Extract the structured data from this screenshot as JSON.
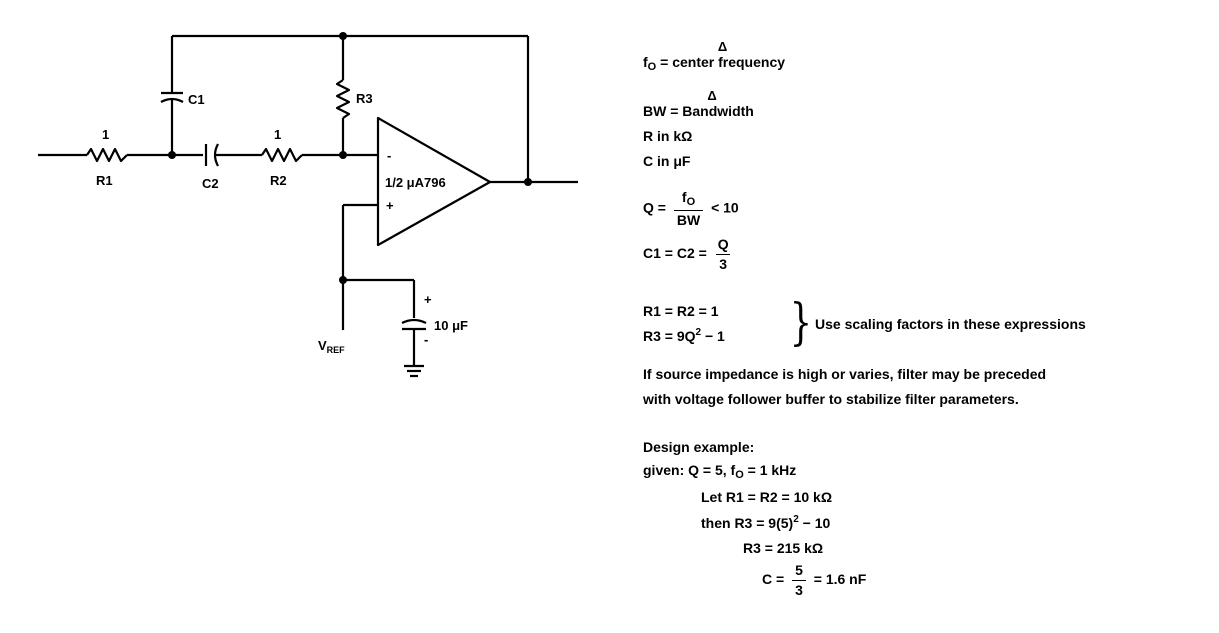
{
  "schematic": {
    "r1_value": "1",
    "r1_name": "R1",
    "c1_name": "C1",
    "c2_name": "C2",
    "r2_value": "1",
    "r2_name": "R2",
    "r3_name": "R3",
    "opamp_label": "1/2 μA796",
    "inverting_sign": "-",
    "noninverting_sign": "+",
    "vref_main": "V",
    "vref_sub": "REF",
    "cap_value": "10 μF",
    "cap_plus": "+",
    "cap_minus": "-"
  },
  "notes": {
    "def_fo_sym": "f",
    "def_fo_sub": "O",
    "delta": "Δ",
    "def_fo_text": "= center frequency",
    "def_bw_sym": "BW",
    "def_bw_text": "= Bandwidth",
    "r_unit": "R in kΩ",
    "c_unit": "C in μF",
    "q_lhs": "Q =",
    "q_num": "f",
    "q_num_sub": "O",
    "q_den": "BW",
    "q_rhs": "< 10",
    "c_lhs": "C1 = C2 =",
    "c_num": "Q",
    "c_den": "3",
    "r1r2": "R1 = R2 = 1",
    "r3_pre": "R3 = 9Q",
    "r3_exp": "2",
    "r3_post": "− 1",
    "scaling": "Use scaling factors in these expressions",
    "source_line1": "If source impedance is high or varies, filter may be preceded",
    "source_line2": "with voltage follower buffer to stabilize filter parameters.",
    "design_title": "Design example:",
    "given_pre": "given: Q = 5, f",
    "given_sub": "O",
    "given_post": "= 1 kHz",
    "let_line": "Let R1 = R2 = 10 kΩ",
    "then_pre": "then R3 = 9(5)",
    "then_exp": "2",
    "then_post": "− 10",
    "r3_result": "R3 = 215 kΩ",
    "cfinal_lhs": "C =",
    "cfinal_num": "5",
    "cfinal_den": "3",
    "cfinal_rhs": "= 1.6 nF"
  }
}
